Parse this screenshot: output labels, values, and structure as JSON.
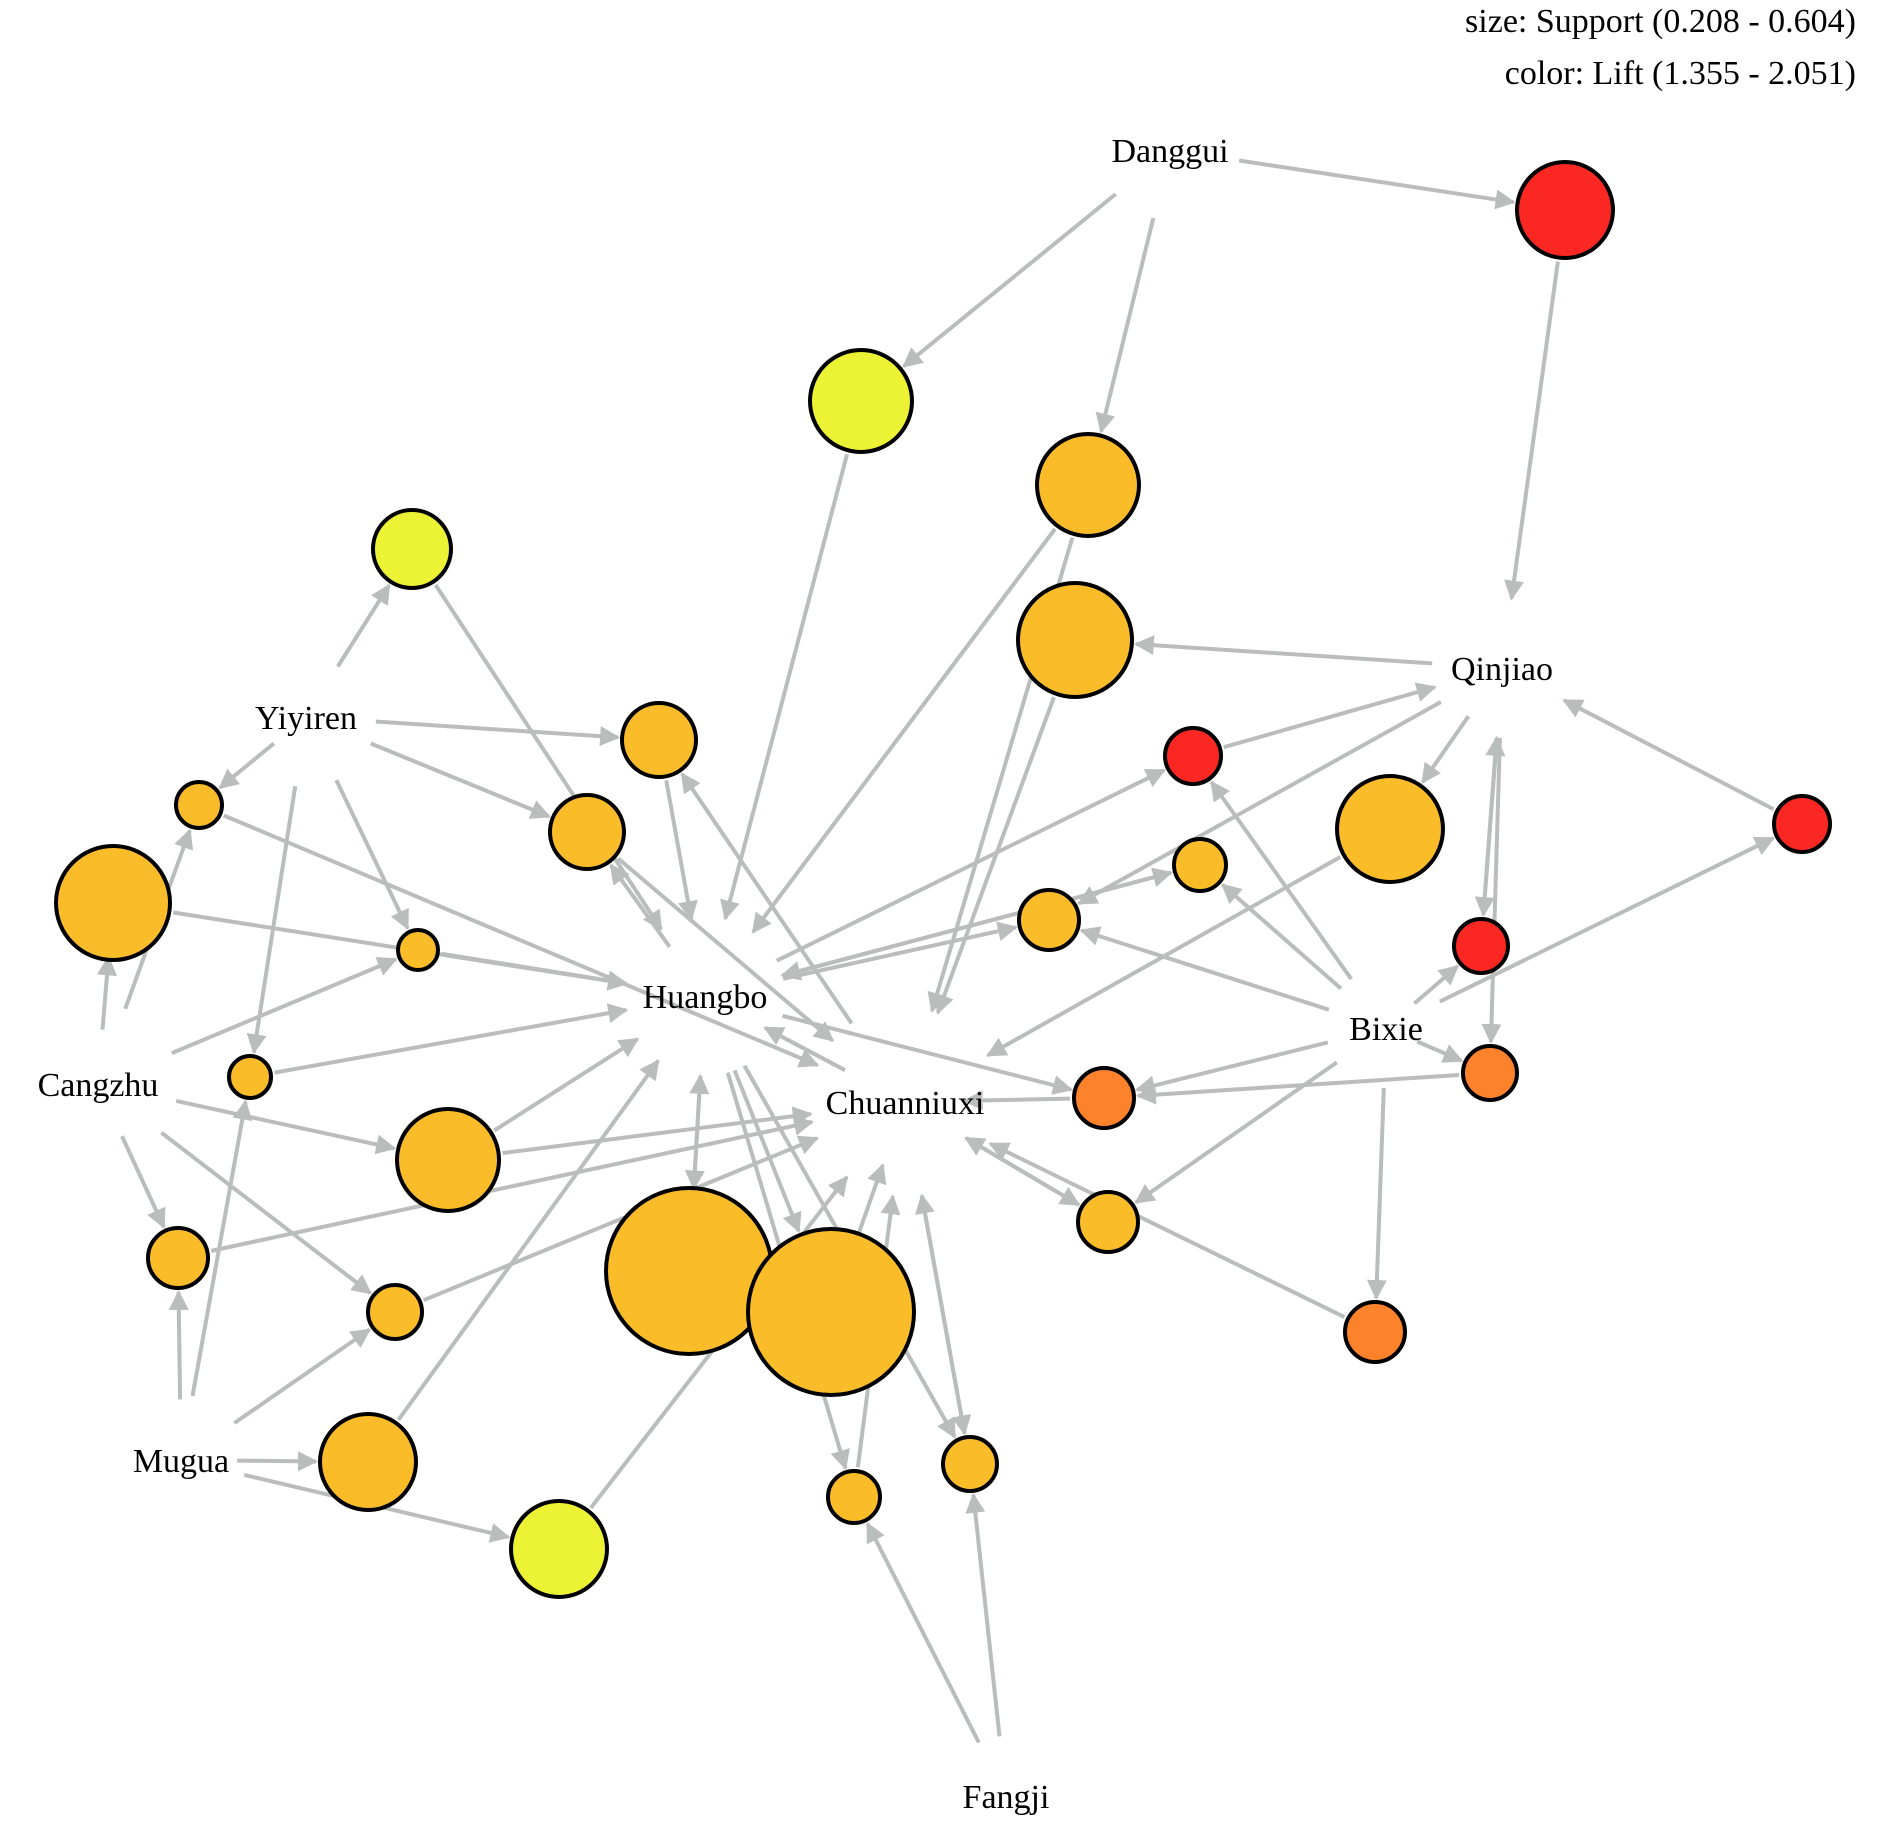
{
  "legend": {
    "size": "size: Support (0.208 - 0.604)",
    "color": "color: Lift (1.355 - 2.051)"
  },
  "colors": {
    "edge": "#b9bdbb",
    "lift_low": "#ecf334",
    "lift_mid": "#fbbc2a",
    "lift_high": "#fc822c",
    "lift_max": "#fb2722",
    "outline": "#000000"
  },
  "items": [
    {
      "id": "danggui",
      "label": "Danggui"
    },
    {
      "id": "qinjiao",
      "label": "Qinjiao"
    },
    {
      "id": "yiyiren",
      "label": "Yiyiren"
    },
    {
      "id": "huangbo",
      "label": "Huangbo"
    },
    {
      "id": "chuanniuxi",
      "label": "Chuanniuxi"
    },
    {
      "id": "bixie",
      "label": "Bixie"
    },
    {
      "id": "cangzhu",
      "label": "Cangzhu"
    },
    {
      "id": "mugua",
      "label": "Mugua"
    },
    {
      "id": "fangji",
      "label": "Fangji"
    }
  ],
  "rules": [
    {
      "id": "r1",
      "lift": "max"
    },
    {
      "id": "r2",
      "lift": "low"
    },
    {
      "id": "r3",
      "lift": "mid"
    },
    {
      "id": "r4",
      "lift": "low"
    },
    {
      "id": "r5",
      "lift": "mid"
    },
    {
      "id": "r6",
      "lift": "mid"
    },
    {
      "id": "r7",
      "lift": "max"
    },
    {
      "id": "r8",
      "lift": "mid"
    },
    {
      "id": "r9",
      "lift": "max"
    },
    {
      "id": "r10",
      "lift": "mid"
    },
    {
      "id": "r11",
      "lift": "mid"
    },
    {
      "id": "r12",
      "lift": "mid"
    },
    {
      "id": "r13",
      "lift": "mid"
    },
    {
      "id": "r14",
      "lift": "mid"
    },
    {
      "id": "r15",
      "lift": "mid"
    },
    {
      "id": "r16",
      "lift": "max"
    },
    {
      "id": "r17",
      "lift": "high"
    },
    {
      "id": "r18",
      "lift": "mid"
    },
    {
      "id": "r19",
      "lift": "high"
    },
    {
      "id": "r20",
      "lift": "mid"
    },
    {
      "id": "r21",
      "lift": "mid"
    },
    {
      "id": "r22",
      "lift": "mid"
    },
    {
      "id": "r23",
      "lift": "mid"
    },
    {
      "id": "r24",
      "lift": "mid"
    },
    {
      "id": "r25",
      "lift": "high"
    },
    {
      "id": "r26",
      "lift": "mid"
    },
    {
      "id": "r27",
      "lift": "mid"
    },
    {
      "id": "r28",
      "lift": "low"
    },
    {
      "id": "r29",
      "lift": "mid"
    },
    {
      "id": "r30",
      "lift": "mid"
    },
    {
      "id": "r31",
      "lift": "mid"
    }
  ]
}
